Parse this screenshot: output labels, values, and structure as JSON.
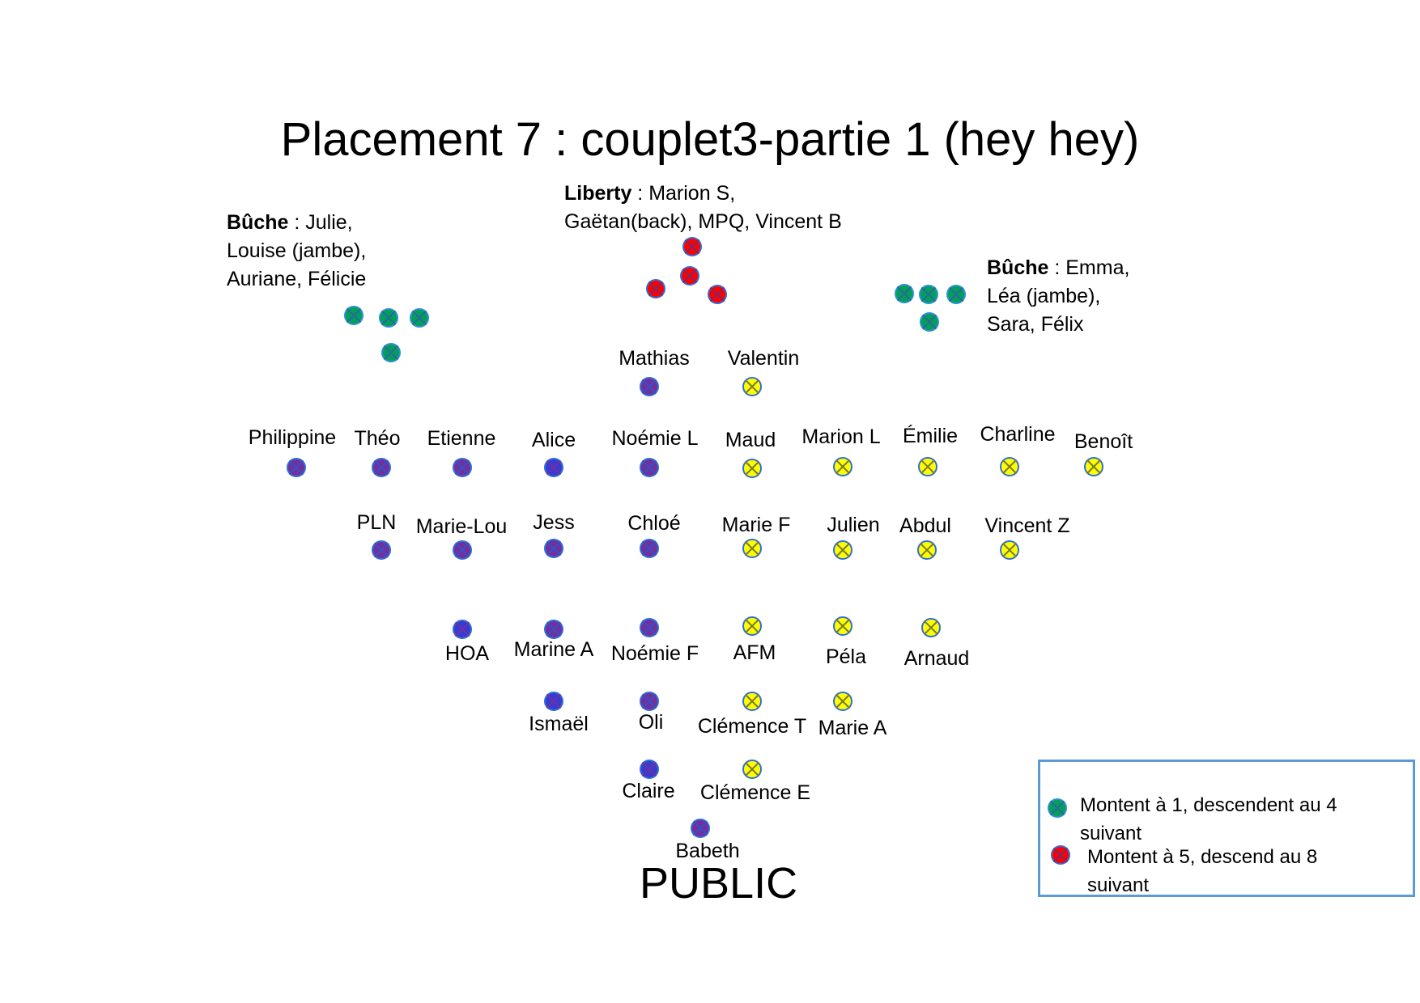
{
  "title": "Placement 7 : couplet3-partie 1 (hey hey)",
  "public_label": "PUBLIC",
  "colors": {
    "purple": "#7030a0",
    "blue": "#3a3ad0",
    "yellow": "#ffff00",
    "green": "#00a05a",
    "red": "#ff0000",
    "legend_border": "#5b9bd5"
  },
  "groups": {
    "buche_left": {
      "name": "Bûche",
      "rest": " : Julie,",
      "line2": "Louise (jambe),",
      "line3": "Auriane, Félicie"
    },
    "liberty": {
      "name": "Liberty",
      "rest": " : Marion S,",
      "line2": "Gaëtan(back), MPQ, Vincent B"
    },
    "buche_right": {
      "name": "Bûche",
      "rest": " : Emma,",
      "line2": "Léa (jambe),",
      "line3": "Sara, Félix"
    }
  },
  "people": {
    "mathias": "Mathias",
    "valentin": "Valentin",
    "philippine": "Philippine",
    "theo": "Théo",
    "etienne": "Etienne",
    "alice": "Alice",
    "noemie_l": "Noémie L",
    "maud": "Maud",
    "marion_l": "Marion L",
    "emilie": "Émilie",
    "charline": "Charline",
    "benoit": "Benoît",
    "pln": "PLN",
    "marie_lou": "Marie-Lou",
    "jess": "Jess",
    "chloe": "Chloé",
    "marie_f": "Marie F",
    "julien": "Julien",
    "abdul": "Abdul",
    "vincent_z": "Vincent Z",
    "hoa": "HOA",
    "marine_a": "Marine A",
    "noemie_f": "Noémie F",
    "afm": "AFM",
    "pela": "Péla",
    "arnaud": "Arnaud",
    "ismael": "Ismaël",
    "oli": "Oli",
    "clemence_t": "Clémence T",
    "marie_a": "Marie A",
    "claire": "Claire",
    "clemence_e": "Clémence E",
    "babeth": "Babeth"
  },
  "legend": {
    "green_line1": "Montent à 1, descendent au 4",
    "green_line2": "suivant",
    "red_line1": "Montent à 5, descend au 8",
    "red_line2": "suivant"
  }
}
